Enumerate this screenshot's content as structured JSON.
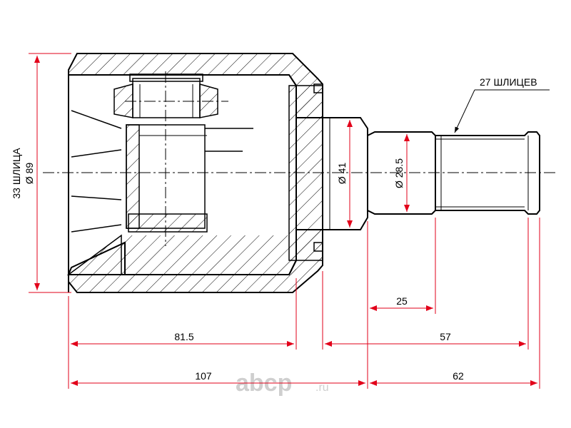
{
  "dimensions": {
    "shaft_spline_label": "27 ШЛИЦЕВ",
    "housing_spline_label": "33 ШЛИЦА",
    "housing_diameter": "Ø 89",
    "flange_diameter": "Ø 41",
    "shaft_diameter": "Ø 28.5",
    "spline_length": "25",
    "housing_length": "81.5",
    "shaft_length": "57",
    "total_left": "107",
    "total_right": "62"
  },
  "watermark": {
    "brand": "abcp",
    "domain": ".ru"
  },
  "colors": {
    "outline": "#000000",
    "dimension": "#e2001a",
    "hatch": "#000000",
    "watermark": "#cfcfcf"
  }
}
